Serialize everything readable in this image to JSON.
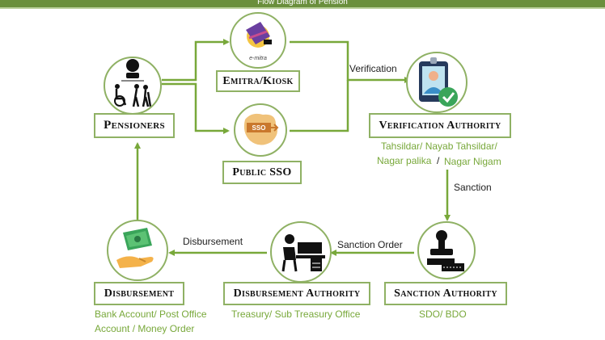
{
  "header": {
    "title": "Flow Diagram of Pension"
  },
  "nodes": {
    "pensioners": {
      "label": "Pensioners"
    },
    "emitra": {
      "label": "Emitra/Kiosk",
      "logo_text": "e-mitra"
    },
    "public_sso": {
      "label": "Public SSO",
      "logo_text": "SSO"
    },
    "verification": {
      "label": "Verification Authority",
      "notes": [
        "Tahsildar/ Nayab Tahsildar/",
        "Nagar palika",
        "/",
        "Nagar Nigam"
      ]
    },
    "sanction": {
      "label": "Sanction Authority",
      "notes": [
        "SDO/ BDO"
      ]
    },
    "disbursement_authority": {
      "label": "Disbursement Authority",
      "notes": [
        "Treasury/ Sub Treasury Office"
      ]
    },
    "disbursement": {
      "label": "Disbursement",
      "notes": [
        "Bank Account/ Post Office",
        "Account / Money Order"
      ]
    }
  },
  "edges": {
    "verification": "Verification",
    "sanction": "Sanction",
    "sanction_order": "Sanction Order",
    "disbursement": "Disbursement"
  },
  "colors": {
    "accent": "#6a8f3c",
    "line": "#78a83a",
    "border": "#8fb164",
    "note": "#78a83a"
  }
}
